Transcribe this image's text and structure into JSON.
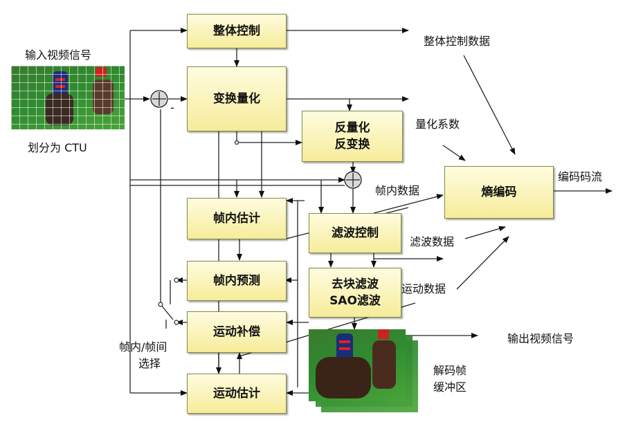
{
  "input": {
    "label": "输入视频信号",
    "sublabel": "划分为 CTU"
  },
  "blocks": {
    "general_control": "整体控制",
    "transform_quant": "变换量化",
    "inv_quant": [
      "反量化",
      "反变换"
    ],
    "intra_estimation": "帧内估计",
    "filter_control": "滤波控制",
    "intra_prediction": "帧内预测",
    "deblock": [
      "去块滤波",
      "SAO滤波"
    ],
    "motion_comp": "运动补偿",
    "motion_est": "运动估计",
    "entropy": "熵编码"
  },
  "labels": {
    "general_control_data": "整体控制数据",
    "quant_coeff": "量化系数",
    "bitstream": "编码码流",
    "intra_data": "帧内数据",
    "filter_data": "滤波数据",
    "motion_data": "运动数据",
    "output_video": "输出视频信号",
    "intra_inter_select": [
      "帧内/帧间",
      "选择"
    ],
    "decoded_buffer": [
      "解码帧",
      "缓冲区"
    ],
    "minus_sign": "-"
  }
}
